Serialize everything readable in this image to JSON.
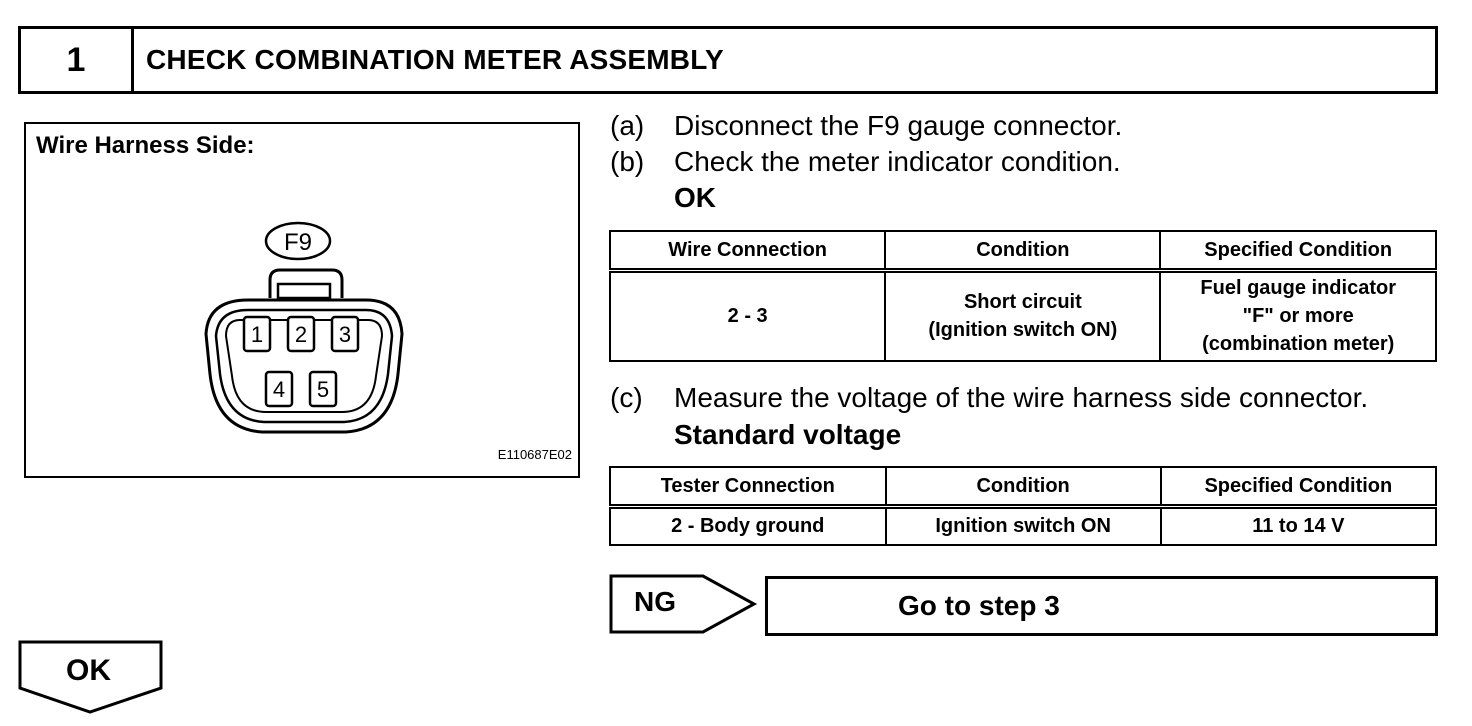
{
  "header": {
    "step_number": "1",
    "title": "CHECK COMBINATION METER ASSEMBLY"
  },
  "figure": {
    "caption": "Wire Harness Side:",
    "connector_label": "F9",
    "pins": [
      "1",
      "2",
      "3",
      "4",
      "5"
    ],
    "image_code": "E110687E02"
  },
  "steps": {
    "a": {
      "letter": "(a)",
      "text": "Disconnect the F9 gauge connector."
    },
    "b": {
      "letter": "(b)",
      "text": "Check the meter indicator condition.",
      "result_label": "OK"
    },
    "c": {
      "letter": "(c)",
      "text": "Measure the voltage of the wire harness side connector.",
      "result_label": "Standard voltage"
    }
  },
  "table_ok": {
    "headers": [
      "Wire Connection",
      "Condition",
      "Specified Condition"
    ],
    "rows": [
      {
        "connection": "2 - 3",
        "condition_line1": "Short circuit",
        "condition_line2": "(Ignition switch ON)",
        "spec_line1": "Fuel gauge indicator",
        "spec_line2": "\"F\" or more",
        "spec_line3": "(combination meter)"
      }
    ]
  },
  "table_voltage": {
    "headers": [
      "Tester Connection",
      "Condition",
      "Specified Condition"
    ],
    "rows": [
      {
        "connection": "2 - Body ground",
        "condition": "Ignition switch ON",
        "spec": "11 to 14 V"
      }
    ]
  },
  "ng": {
    "label": "NG",
    "action": "Go to step 3"
  },
  "ok": {
    "label": "OK"
  }
}
